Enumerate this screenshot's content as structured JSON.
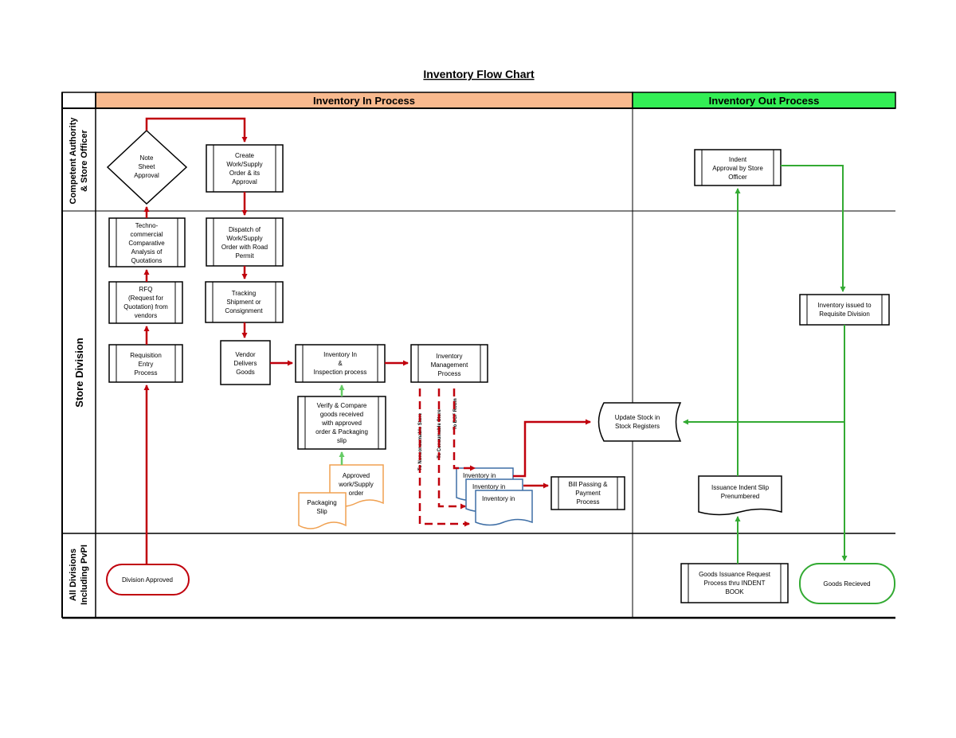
{
  "title": "Inventory Flow Chart",
  "columns": {
    "in": "Inventory In Process",
    "out": "Inventory Out Process"
  },
  "colors": {
    "in_header": "#f8b98e",
    "out_header": "#33ee55",
    "red": "#c0000c",
    "green": "#33aa33",
    "light_green": "#66cc66",
    "orange": "#f0a050",
    "blue": "#3f6fa6"
  },
  "lanes": {
    "authority": [
      "Competent Authority",
      "& Store Officer"
    ],
    "store": [
      "Store Division"
    ],
    "divisions": [
      "All Divisions",
      "Including PvPI"
    ]
  },
  "nodes": {
    "note_sheet": [
      "Note",
      "Sheet",
      "Approval"
    ],
    "create_order": [
      "Create",
      "Work/Supply",
      "Order & its",
      "Approval"
    ],
    "techno": [
      "Techno-",
      "commercial",
      "Comparative",
      "Analysis of",
      "Quotations"
    ],
    "dispatch": [
      "Dispatch of",
      "Work/Supply",
      "Order with Road",
      "Permit"
    ],
    "rfq": [
      "RFQ",
      "(Request for",
      "Quotation) from",
      "vendors"
    ],
    "tracking": [
      "Tracking",
      "Shipment or",
      "Consignment"
    ],
    "requisition": [
      "Requisition",
      "Entry",
      "Process"
    ],
    "vendor": [
      "Vendor",
      "Delivers",
      "Goods"
    ],
    "inspection": [
      "Inventory In",
      "&",
      "Inspection process"
    ],
    "management": [
      "Inventory",
      "Management",
      "Process"
    ],
    "verify": [
      "Verify & Compare",
      "goods received",
      "with approved",
      "order & Packaging",
      "slip"
    ],
    "approved_order": [
      "Approved",
      "work/Supply",
      "order"
    ],
    "packaging": [
      "Packaging",
      "Slip"
    ],
    "inv_in_1": "Inventory in",
    "inv_in_2": "Inventory in",
    "inv_in_3": "Inventory in",
    "bill": [
      "Bill Passing &",
      "Payment",
      "Process"
    ],
    "update_stock": [
      "Update Stock in",
      "Stock Registers"
    ],
    "indent": [
      "Indent",
      "Approval by Store",
      "Officer"
    ],
    "issued": [
      "Inventory issued to",
      "Requisite Division"
    ],
    "issuance_slip": [
      "Issuance Indent Slip",
      "Prenumbered"
    ],
    "goods_request": [
      "Goods Issuance Request",
      "Process thru INDENT",
      "BOOK"
    ],
    "goods_received": "Goods Recieved",
    "division_approved": "Division Approved"
  },
  "vertical_labels": {
    "non_consumable": "To Nonconsumable Store",
    "consumable": "To Consumable Store",
    "bcf": "To BCF Room"
  }
}
